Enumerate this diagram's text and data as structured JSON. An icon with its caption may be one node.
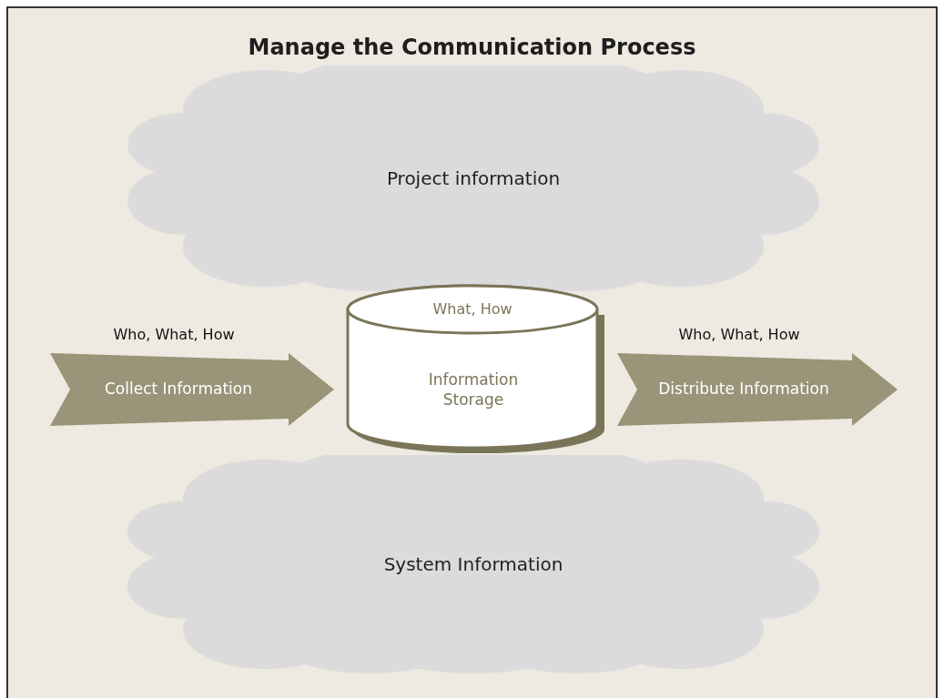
{
  "diagram": {
    "title": "Manage the Communication Process",
    "nodes": [
      {
        "text": [
          "Project information"
        ]
      },
      {
        "text": [
          "Collect Information"
        ],
        "beside": [
          "Who, What, How"
        ]
      },
      {
        "text": [
          "What, How",
          "Information Storage"
        ]
      },
      {
        "text": [
          "Distribute Information"
        ],
        "beside": [
          "Who, What, How"
        ]
      },
      {
        "text": [
          "System Information"
        ]
      }
    ],
    "edges": []
  }
}
